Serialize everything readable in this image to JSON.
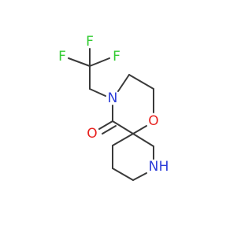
{
  "molecule": {
    "atoms": {
      "F1": {
        "label": "F",
        "color": "#33cc33"
      },
      "F2": {
        "label": "F",
        "color": "#33cc33"
      },
      "F3": {
        "label": "F",
        "color": "#33cc33"
      },
      "N_amide": {
        "label": "N",
        "color": "#2a3bd8"
      },
      "O_ether": {
        "label": "O",
        "color": "#e8221f"
      },
      "O_carbonyl": {
        "label": "O",
        "color": "#e8221f"
      },
      "N_amine": {
        "label": "N",
        "color": "#2a3bd8"
      },
      "H_amine": {
        "label": "H",
        "color": "#2a3bd8"
      }
    },
    "bond_color": "#3a3a3a"
  }
}
